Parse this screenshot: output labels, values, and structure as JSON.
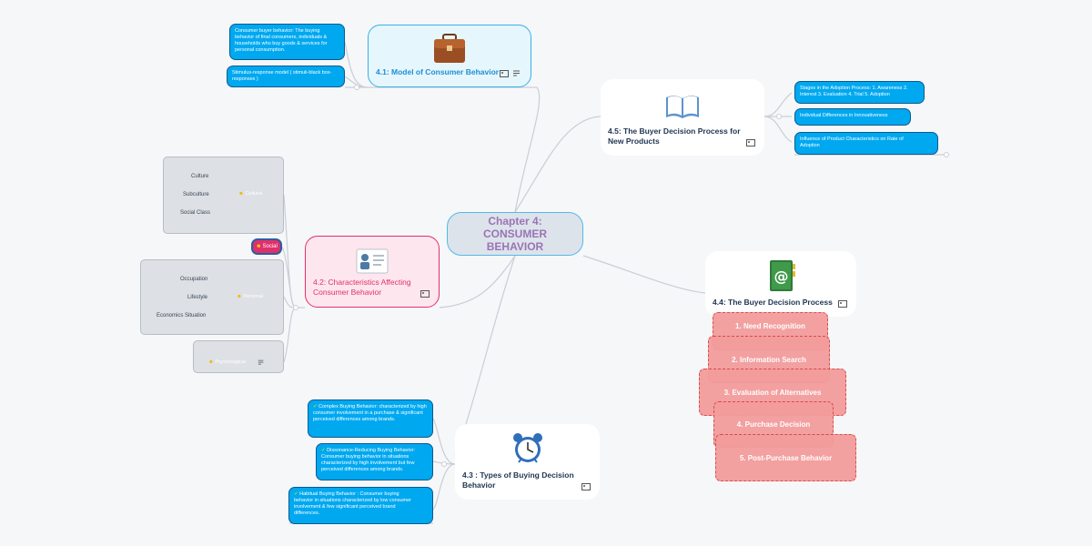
{
  "central": {
    "title": "Chapter 4: CONSUMER BEHAVIOR"
  },
  "topics": {
    "t41": {
      "title": "4.1: Model of Consumer Behavior"
    },
    "t42": {
      "title": "4.2: Characteristics Affecting Consumer Behavior"
    },
    "t43": {
      "title": "4.3 : Types of Buying Decision Behavior"
    },
    "t44": {
      "title": "4.4: The Buyer Decision Process"
    },
    "t45": {
      "title": "4.5: The Buyer Decision Process for New Products"
    }
  },
  "t41_children": [
    "Consumer buyer behavior: The buying behavior of final consumers, individuals & households who buy goods & services for personal consumption.",
    "Stimulus-response model ( stimuli-black box-responses )"
  ],
  "t45_children": [
    "Stages in the Adoption Process: 1. Awareness 2. Interest 3. Evaluation 4. Trial 5. Adoption",
    "Individual Differences in Innovativeness",
    "Influence of Product Characteristics on Rate of Adoption"
  ],
  "t42_children": {
    "cultural": {
      "label": "Cultural",
      "items": [
        "Culture",
        "Subculture",
        "Social Class"
      ]
    },
    "social": {
      "label": "Social"
    },
    "personal": {
      "label": "Personal",
      "items": [
        "Occupation",
        "Lifestyle",
        "Economics Situation"
      ]
    },
    "psychological": {
      "label": "Psychological"
    }
  },
  "t43_children": [
    "Complex Buying Behavior: characterized by high consumer involvement in a purchase & significant perceived differences among brands.",
    "Dissonance-Reducing Buying Behavior: Consumer buying behavior in situations characterized by high involvement but few perceived differences among brands.",
    "Habitual Buying Behavior : Consumer buying behavior in situations characterized by low consumer involvement & few significant perceived brand differences."
  ],
  "t44_steps": [
    "1. Need Recognition",
    "2. Information Search",
    "3. Evaluation of Alternatives",
    "4. Purchase Decision",
    "5. Post-Purchase Behavior"
  ],
  "colors": {
    "accent_blue": "#00a8f0",
    "dark_blue": "#0a5a8f",
    "pink_topic": "#e0306b",
    "link": "#c9ced6"
  }
}
